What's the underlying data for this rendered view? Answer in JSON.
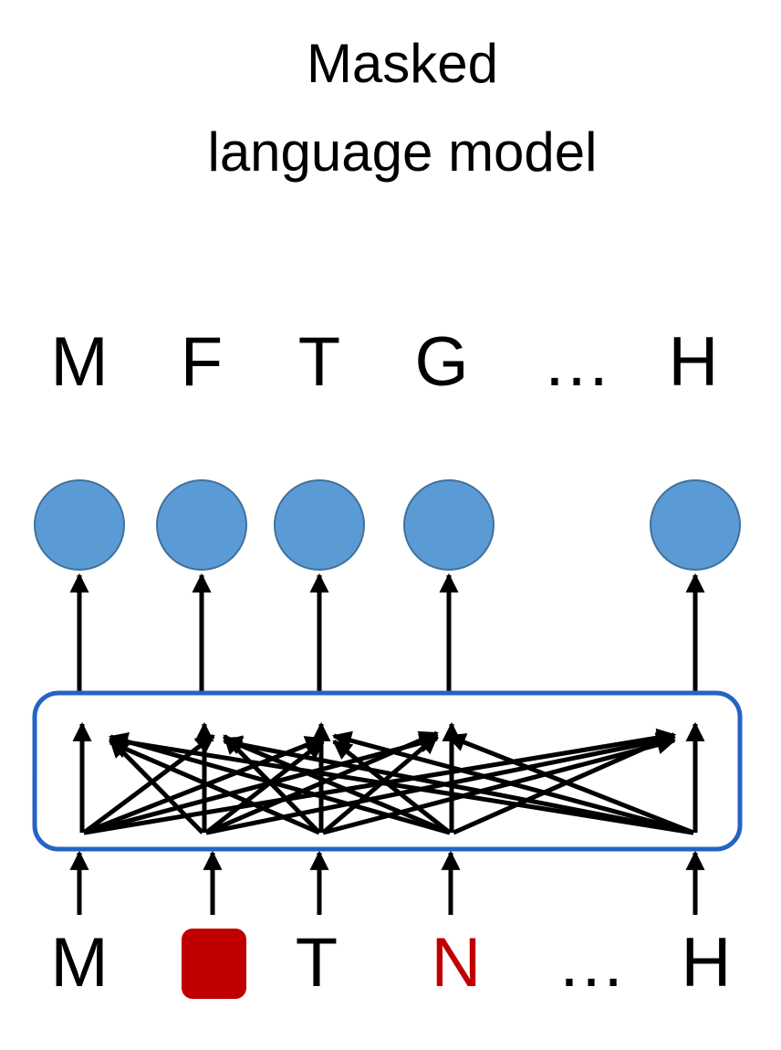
{
  "title": {
    "line1": "Masked",
    "line2": "language model"
  },
  "output_tokens": [
    "M",
    "F",
    "T",
    "G",
    "…",
    "H"
  ],
  "input_tokens": [
    {
      "text": "M",
      "kind": "normal"
    },
    {
      "text": "",
      "kind": "mask"
    },
    {
      "text": "T",
      "kind": "normal"
    },
    {
      "text": "N",
      "kind": "mutated"
    },
    {
      "text": "…",
      "kind": "normal"
    },
    {
      "text": "H",
      "kind": "normal"
    }
  ],
  "colors": {
    "node_fill": "#5b9bd5",
    "node_stroke": "#41719c",
    "box_stroke": "#2563c4",
    "mask_fill": "#c00000",
    "mutated_text": "#c00000",
    "arrow": "#000000",
    "text": "#000000"
  }
}
